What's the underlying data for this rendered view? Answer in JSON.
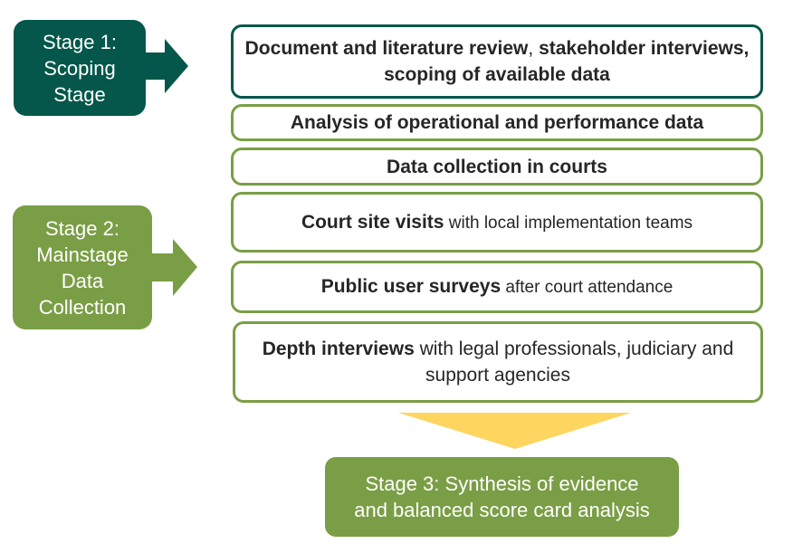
{
  "colors": {
    "stage1": "#04574a",
    "stage2": "#7a9e45",
    "stage3": "#7a9e45",
    "step_border_dark": "#04574a",
    "step_border_light": "#7a9e45",
    "down_arrow": "#fdd55f",
    "text_dark": "#262626"
  },
  "stages": [
    {
      "id": "stage1",
      "label": "Stage 1:\nScoping\nStage"
    },
    {
      "id": "stage2",
      "label": "Stage 2:\nMainstage\nData\nCollection"
    },
    {
      "id": "stage3",
      "label": "Stage 3: Synthesis of evidence\nand balanced score card analysis"
    }
  ],
  "steps": [
    {
      "bold": "Document and literature review",
      "plain": ", stakeholder interviews, scoping of available data",
      "note": "rendered all bold except comma"
    },
    {
      "bold": "Analysis of operational and performance data",
      "plain": ""
    },
    {
      "bold": "Data collection in courts",
      "plain": ""
    },
    {
      "bold": "Court site visits",
      "plain": " with local implementation teams"
    },
    {
      "bold": "Public user surveys",
      "plain": " after court attendance"
    },
    {
      "bold": "Depth interviews",
      "plain": " with legal professionals, judiciary and support agencies"
    }
  ],
  "step1_text": {
    "part1": "Document and literature review",
    "comma": ",",
    "part2": " stakeholder interviews, scoping of available data"
  }
}
